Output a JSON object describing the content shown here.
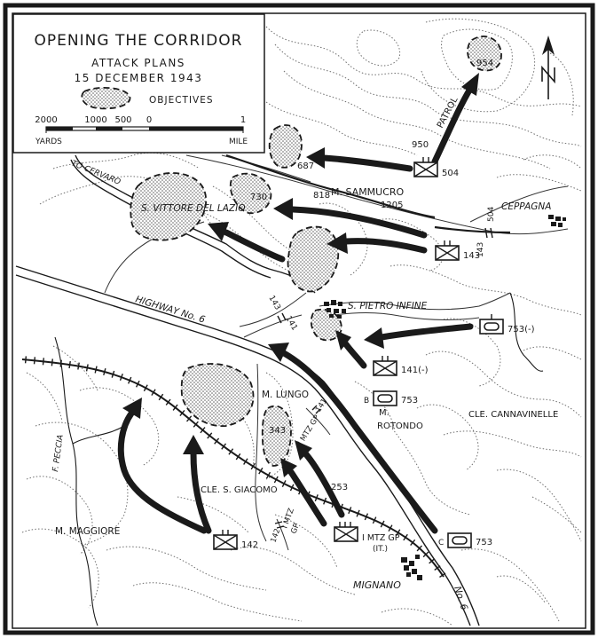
{
  "legend": {
    "title": "OPENING THE CORRIDOR",
    "subtitle": "ATTACK PLANS",
    "date": "15 DECEMBER 1943",
    "objectives_label": "OBJECTIVES",
    "scale_ticks": [
      "2000",
      "1000",
      "500",
      "0",
      "1"
    ],
    "scale_left_unit": "YARDS",
    "scale_right_unit": "MILE"
  },
  "places": {
    "m_sammucro": "M. SAMMUCRO",
    "s_vittore": "S. VITTORE DEL LAZIO",
    "ceppagna": "CEPPAGNA",
    "s_pietro": "S. PIETRO INFINE",
    "m_lungo": "M. LUNGO",
    "m_rotondo_m": "M.",
    "m_rotondo": "ROTONDO",
    "cle_cannavinelle": "CLE. CANNAVINELLE",
    "cle_s_giacomo": "CLE. S. GIACOMO",
    "m_maggiore": "M. MAGGIORE",
    "mignano": "MIGNANO",
    "to_cervaro": "TO CERVARO",
    "highway": "HIGHWAY No. 6",
    "no6": "No. 6",
    "f_peccia": "F. PECCIA",
    "patrol": "PATROL"
  },
  "elevations": [
    "954",
    "950",
    "687",
    "1205",
    "818",
    "730",
    "343",
    "253"
  ],
  "units": {
    "u504": "504",
    "u143": "143",
    "u753a": "753(-)",
    "u141": "141(-)",
    "u753b": "753",
    "u753b_prefix": "B",
    "u753c": "753",
    "u753c_prefix": "C",
    "u142": "142",
    "u1mtz": "I MTZ GP",
    "u1mtz_it": "(IT.)"
  },
  "boundaries": {
    "b_143_504": [
      "143",
      "504"
    ],
    "b_143_141": [
      "143",
      "141"
    ],
    "b_mtz_141": [
      "I MTZ GP",
      "141"
    ],
    "b_142_mtz": [
      "142",
      "I MTZ",
      "GP"
    ]
  },
  "icons": {
    "north": "north-arrow-icon",
    "objective": "objective-area-icon",
    "infantry": "infantry-unit-icon",
    "tank": "tank-unit-icon",
    "town": "town-icon"
  },
  "colors": {
    "ink": "#1a1a1a",
    "paper": "#ffffff",
    "contour": "#6f6f6f"
  }
}
